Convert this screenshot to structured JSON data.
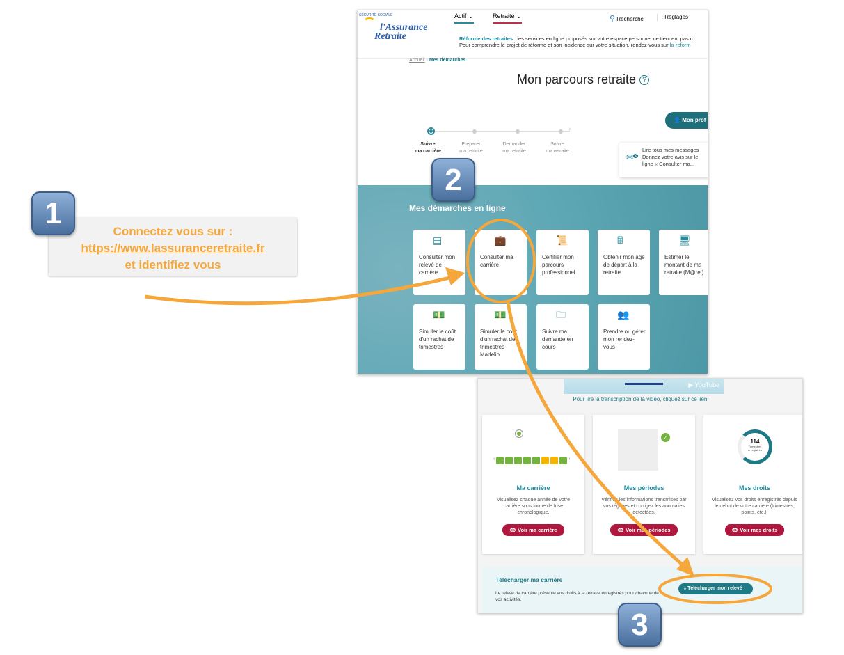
{
  "step1": {
    "number": "1",
    "line1": "Connectez vous sur :",
    "url": "https://www.lassuranceretraite.fr",
    "line3": "et identifiez vous"
  },
  "step2": {
    "number": "2"
  },
  "step3": {
    "number": "3"
  },
  "shot1": {
    "logo": {
      "top": "SÉCURITÉ SOCIALE",
      "line1": "l'Assurance",
      "line2": "Retraite"
    },
    "nav": {
      "actif": "Actif",
      "retraite": "Retraité",
      "recherche": "Recherche",
      "reglages": "Réglages"
    },
    "banner": {
      "link": "Réforme des retraites",
      "text1": " : les services en ligne proposés sur votre espace personnel ne tiennent pas c",
      "text2": "Pour comprendre le projet de réforme et son incidence sur votre situation, rendez-vous sur ",
      "link2": "la-reform"
    },
    "breadcrumb": {
      "home": "Accueil",
      "current": "Mes démarches"
    },
    "title": "Mon parcours retraite",
    "profile_button": "Mon prof",
    "steps": [
      {
        "a": "Suivre",
        "b": "ma carrière"
      },
      {
        "a": "Préparer",
        "b": "ma retraite"
      },
      {
        "a": "Demander",
        "b": "ma retraite"
      },
      {
        "a": "Suivre",
        "b": "ma retraite"
      }
    ],
    "messages": {
      "badge": "2",
      "title": "Lire tous mes messages",
      "l2": "Donnez votre avis sur le",
      "l3": "ligne « Consulter ma..."
    },
    "section_title": "Mes démarches en ligne",
    "tiles": [
      "Consulter mon relevé de carrière",
      "Consulter ma carrière",
      "Certifier mon parcours professionnel",
      "Obtenir mon âge de départ à la retraite",
      "Estimer le montant de ma retraite (M@rel)",
      "Simuler le coût d'un rachat de trimestres",
      "Simuler le coût d'un rachat de trimestres Madelin",
      "Suivre ma demande en cours",
      "Prendre ou gérer mon rendez-vous"
    ]
  },
  "shot2": {
    "youtube": "YouTube",
    "transcript": "Pour lire la transcription de la vidéo, cliquez sur ce lien.",
    "cards": [
      {
        "title": "Ma carrière",
        "text": "Visualisez chaque année de votre carrière sous forme de frise chronologique.",
        "button": "Voir ma carrière"
      },
      {
        "title": "Mes périodes",
        "text": "Vérifiez les informations transmises par vos régimes et corrigez les anomalies détectées.",
        "button": "Voir mes périodes"
      },
      {
        "title": "Mes droits",
        "text": "Visualisez vos droits enregistrés depuis le début de votre carrière (trimestres, points, etc.).",
        "button": "Voir mes droits"
      }
    ],
    "gauge": {
      "value": "114",
      "label1": "Trimestres",
      "label2": "enregistrés"
    },
    "download": {
      "title": "Télécharger ma carrière",
      "text": "Le relevé de carrière présente vos droits à la retraite enregistrés pour chacune de vos activités.",
      "button": "Télécharger mon relevé"
    }
  },
  "colors": {
    "accent": "#f5a73c",
    "teal": "#1e7a86",
    "red": "#b0173e"
  }
}
